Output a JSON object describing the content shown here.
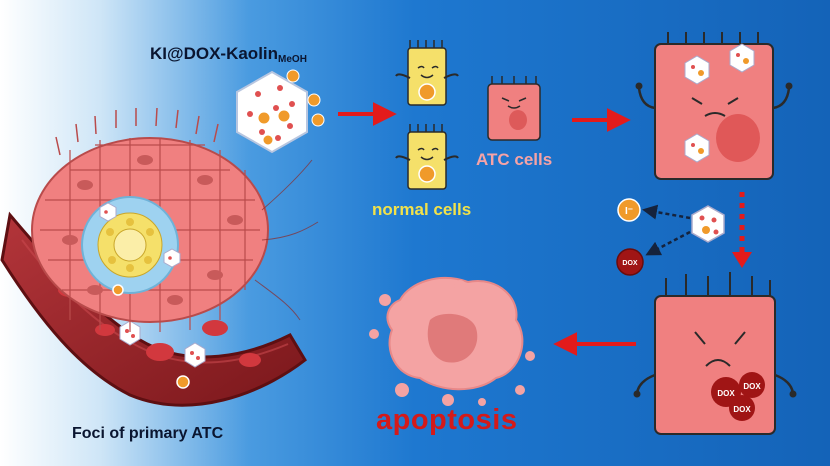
{
  "labels": {
    "compound_main": "KI@DOX-Kaolin",
    "compound_sub": "MeOH",
    "normal_cells": "normal cells",
    "atc_cells": "ATC cells",
    "foci": "Foci of primary ATC",
    "apoptosis": "apoptosis",
    "dox": "DOX",
    "iodide": "I⁻"
  },
  "colors": {
    "background_blue": "#1565c0",
    "tumor_cell": "#f08080",
    "normal_cell": "#f5e06a",
    "arrow": "#e31b1b",
    "dox": "#a01515",
    "iodide": "#f09a2a",
    "blood": "#8e1f24"
  }
}
